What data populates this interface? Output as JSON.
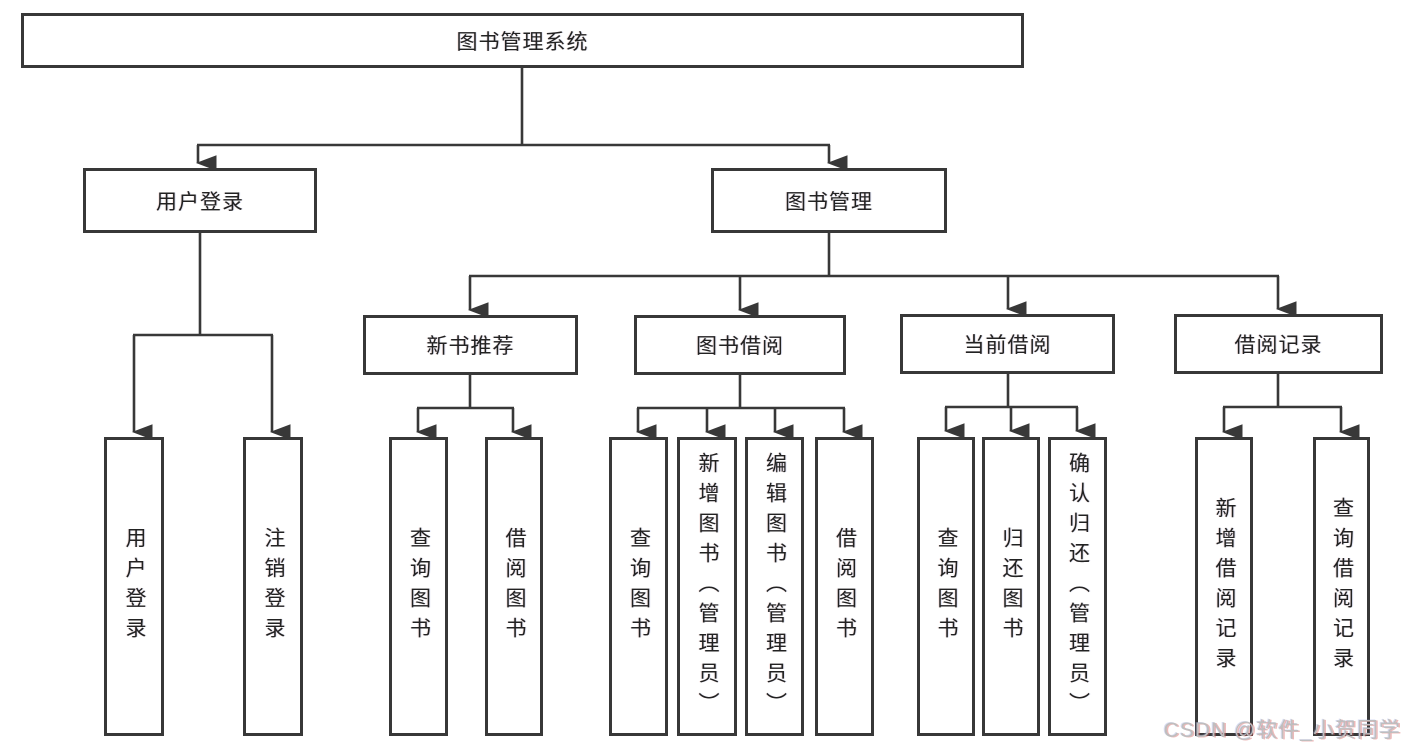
{
  "colors": {
    "line": "#383838",
    "box_border": "#383838",
    "text": "#222222",
    "watermark": "#bfbebe"
  },
  "watermark": {
    "text": "CSDN @软件_小贺同学"
  },
  "diagram": {
    "root": {
      "label": "图书管理系统"
    },
    "branches": [
      {
        "label": "用户登录",
        "children": [
          "用户登录",
          "注销登录"
        ]
      },
      {
        "label": "图书管理",
        "children": [
          {
            "label": "新书推荐",
            "children": [
              "查询图书",
              "借阅图书"
            ]
          },
          {
            "label": "图书借阅",
            "children": [
              "查询图书",
              "新增图书（管理员）",
              "编辑图书（管理员）",
              "借阅图书"
            ]
          },
          {
            "label": "当前借阅",
            "children": [
              "查询图书",
              "归还图书",
              "确认归还（管理员）"
            ]
          },
          {
            "label": "借阅记录",
            "children": [
              "新增借阅记录",
              "查询借阅记录"
            ]
          }
        ]
      }
    ]
  }
}
